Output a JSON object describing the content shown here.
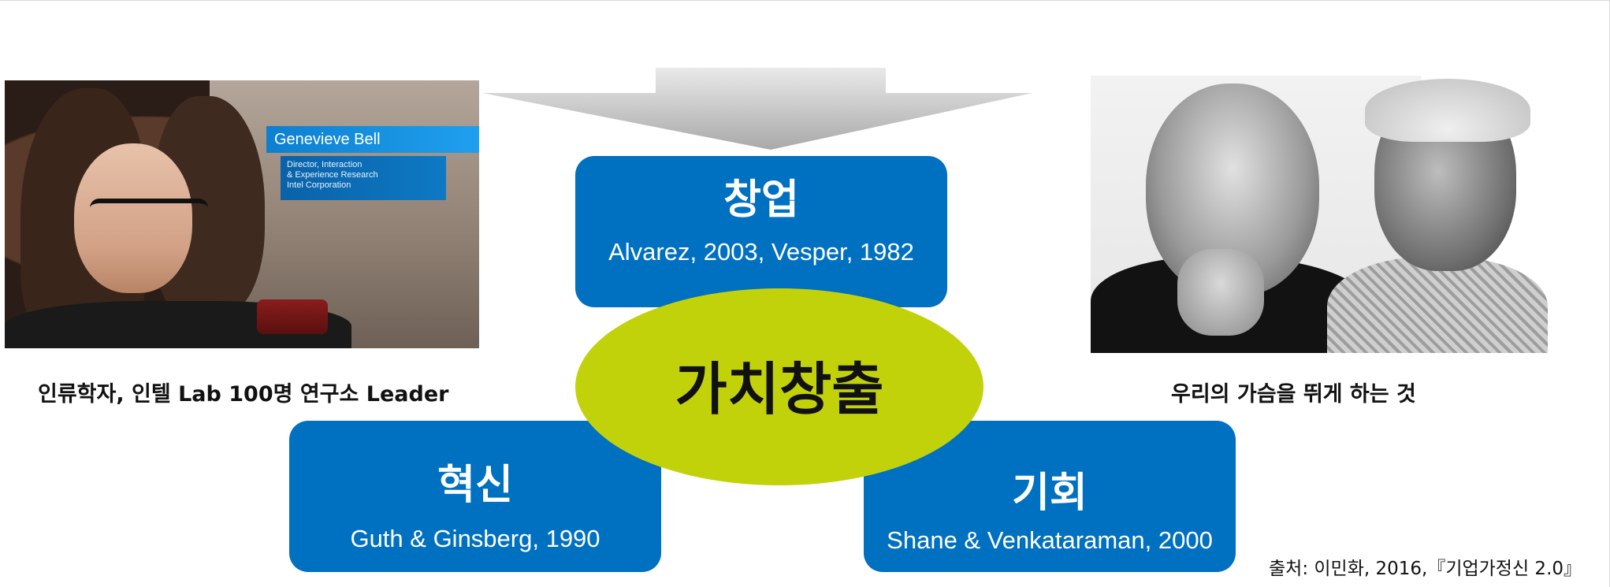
{
  "left_photo": {
    "lower_third_name": "Genevieve Bell",
    "lower_third_lines": [
      "Director, Interaction",
      "& Experience Research",
      "Intel Corporation"
    ],
    "caption": "인류학자, 인텔 Lab 100명 연구소 Leader"
  },
  "right_photo": {
    "caption": "우리의 가슴을 뛰게 하는 것"
  },
  "boxes": {
    "top": {
      "title": "창업",
      "ref": "Alvarez, 2003, Vesper, 1982"
    },
    "left": {
      "title": "혁신",
      "ref": "Guth & Ginsberg, 1990"
    },
    "right": {
      "title": "기회",
      "ref": "Shane & Venkataraman, 2000"
    }
  },
  "center": {
    "label": "가치창출"
  },
  "source": "출처: 이민화, 2016,『기업가정신 2.0』",
  "colors": {
    "box_blue": "#0070c0",
    "center_green": "#c2d20a",
    "arrow_gray": "#bdbdbd"
  }
}
